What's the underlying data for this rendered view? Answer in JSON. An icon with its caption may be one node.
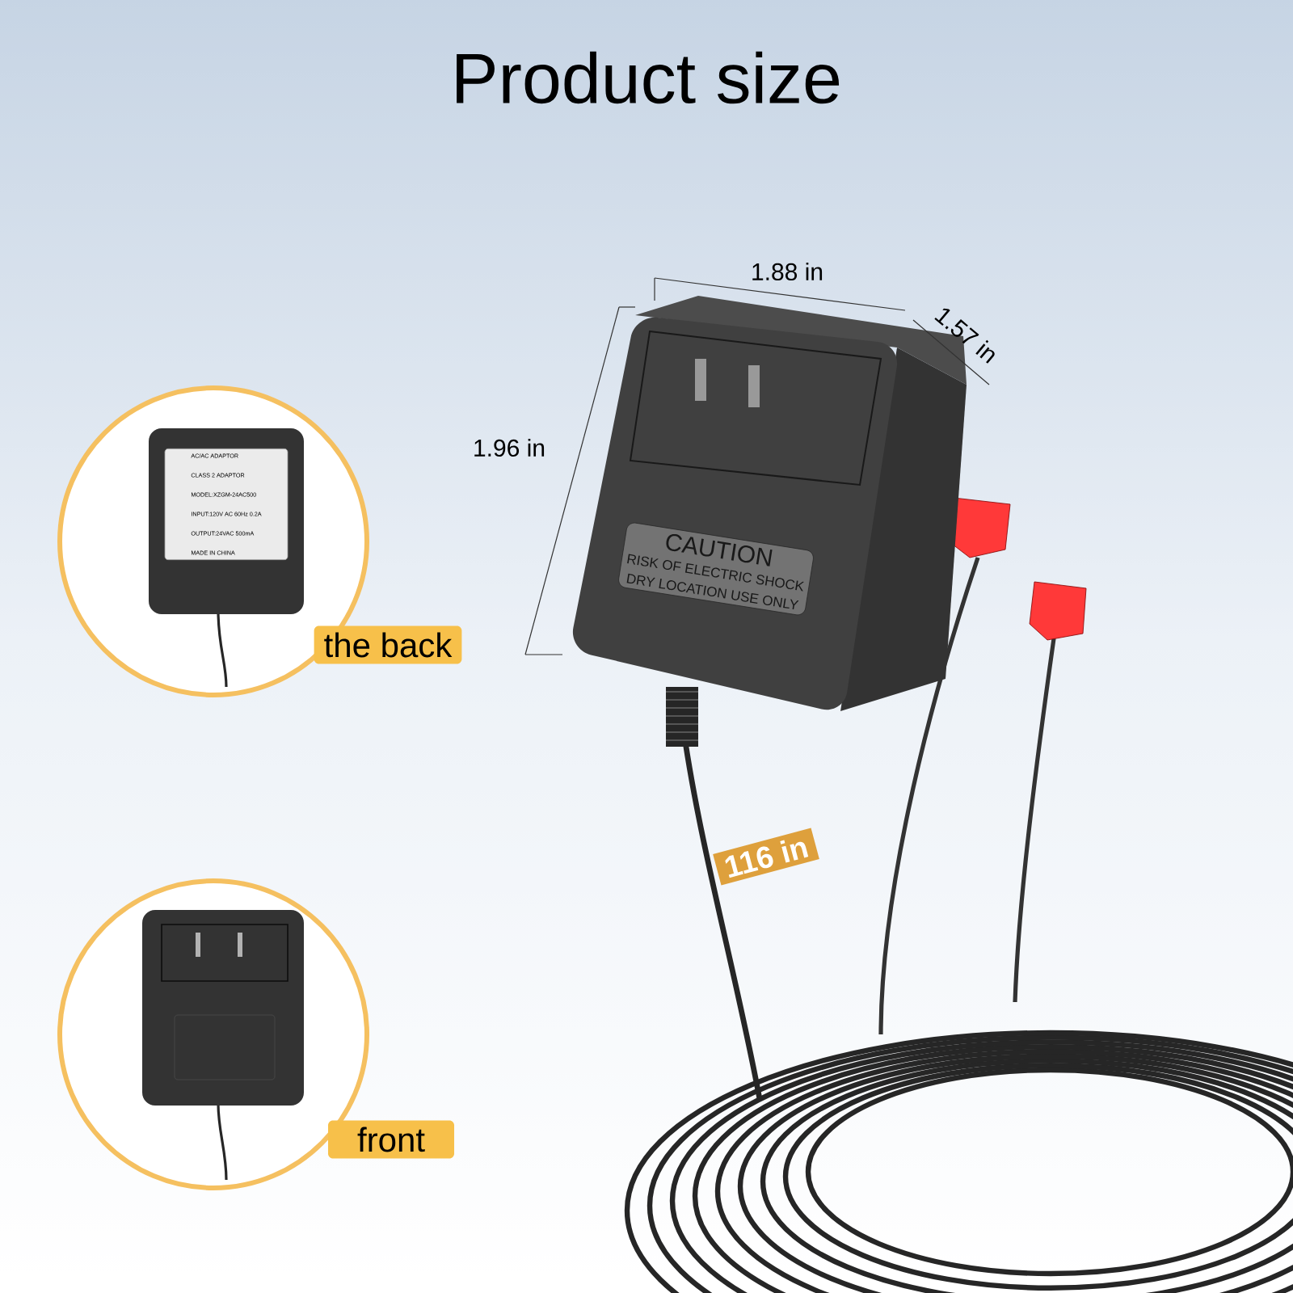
{
  "diagram": {
    "title": "Product size",
    "nodes": [
      {
        "text": [
          "AC/AC ADAPTOR",
          "CLASS 2 ADAPTOR",
          "MODEL:XZGM-24AC500",
          "INPUT:120V AC 60Hz 0.2A",
          "OUTPUT:24VAC 500mA",
          "MADE IN CHINA"
        ]
      },
      {
        "text": [
          "CAUTION",
          "RISK OF ELECTRIC SHOCK",
          "DRY LOCATION USE ONLY"
        ]
      },
      {
        "text": [
          "the back"
        ]
      },
      {
        "text": [
          "116 in"
        ]
      },
      {
        "text": [
          "front"
        ]
      }
    ],
    "edges": [],
    "labels": [
      "1.88 in",
      "1.57 in",
      "1.96 in"
    ]
  }
}
